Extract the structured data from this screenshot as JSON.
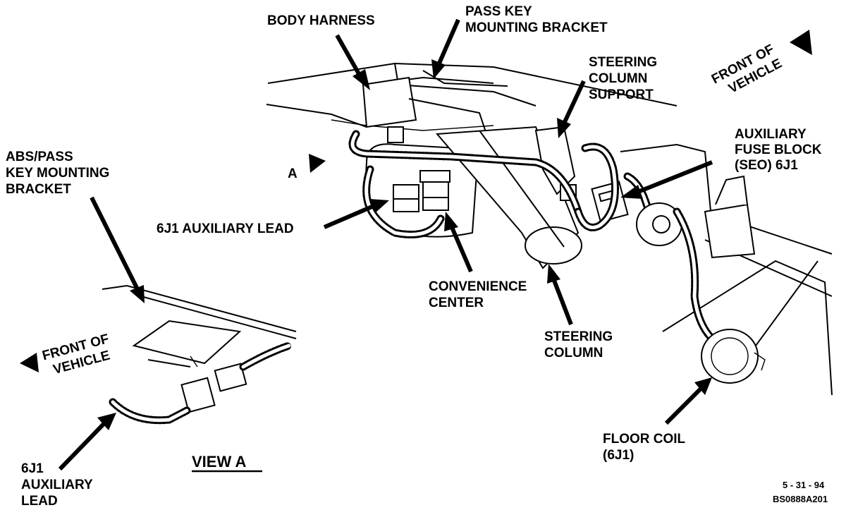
{
  "labels": {
    "body_harness": "BODY HARNESS",
    "pass_key_bracket": [
      "PASS KEY",
      "MOUNTING BRACKET"
    ],
    "steering_column_support": [
      "STEERING",
      "COLUMN",
      "SUPPORT"
    ],
    "front_of_vehicle_top": [
      "FRONT OF",
      "VEHICLE"
    ],
    "auxiliary_fuse_block": [
      "AUXILIARY",
      "FUSE BLOCK",
      "(SEO) 6J1"
    ],
    "abs_pass_key_bracket": [
      "ABS/PASS",
      "KEY MOUNTING",
      "BRACKET"
    ],
    "view_a_marker": "A",
    "aux_lead_main": "6J1 AUXILIARY LEAD",
    "convenience_center": [
      "CONVENIENCE",
      "CENTER"
    ],
    "steering_column": [
      "STEERING",
      "COLUMN"
    ],
    "front_of_vehicle_view_a": [
      "FRONT OF",
      "VEHICLE"
    ],
    "aux_lead_view_a": [
      "6J1",
      "AUXILIARY",
      "LEAD"
    ],
    "view_a_title": "VIEW A",
    "floor_coil": [
      "FLOOR COIL",
      "(6J1)"
    ],
    "date": "5 - 31 - 94",
    "figure_id": "BS0888A201"
  }
}
